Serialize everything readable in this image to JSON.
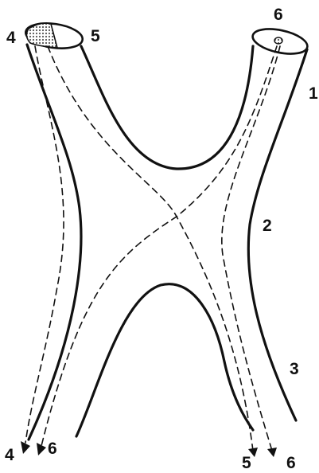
{
  "labels": {
    "top_left_a": "4",
    "top_left_b": "5",
    "top_right": "6",
    "side_1": "1",
    "side_2": "2",
    "side_3": "3",
    "bottom_left_a": "4",
    "bottom_left_b": "6",
    "bottom_right_a": "5",
    "bottom_right_b": "6"
  },
  "colors": {
    "stroke": "#111111",
    "hatch": "#555555",
    "background": "#ffffff"
  }
}
